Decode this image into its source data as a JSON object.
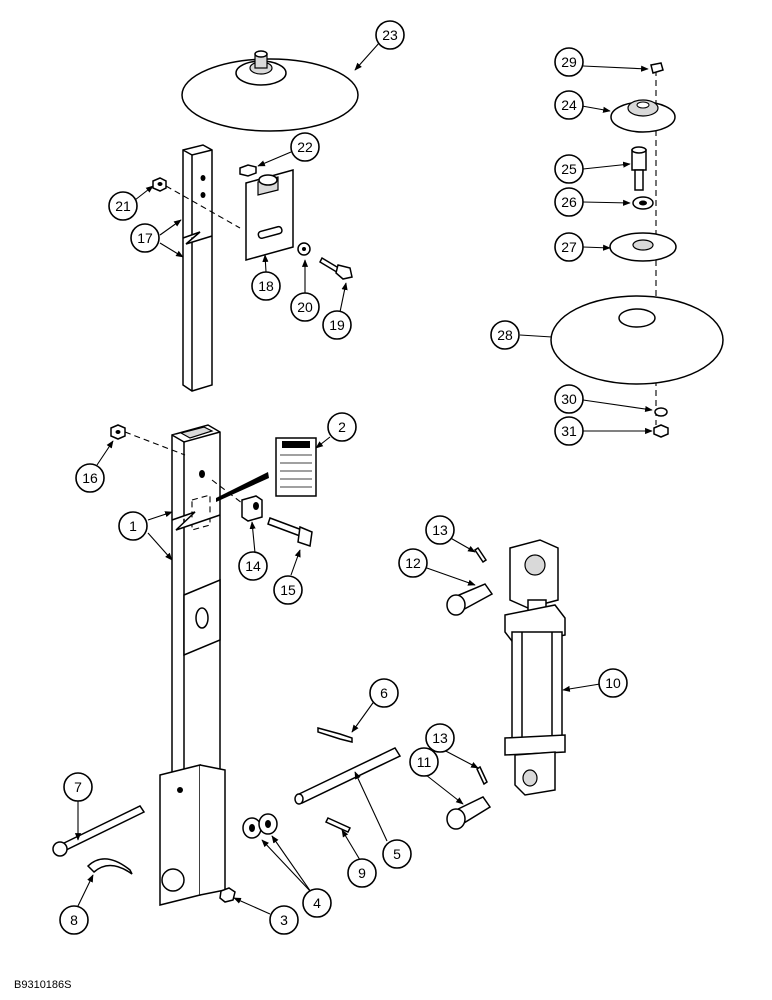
{
  "figure": {
    "reference_code": "B9310186S",
    "callouts": [
      "1",
      "2",
      "3",
      "4",
      "5",
      "6",
      "7",
      "8",
      "9",
      "10",
      "11",
      "12",
      "13",
      "13",
      "14",
      "15",
      "16",
      "17",
      "18",
      "19",
      "20",
      "21",
      "22",
      "23",
      "24",
      "25",
      "26",
      "27",
      "28",
      "29",
      "30",
      "31"
    ]
  }
}
